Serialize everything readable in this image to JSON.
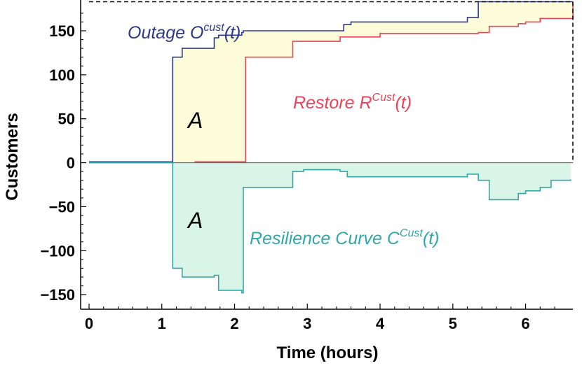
{
  "chart_data": {
    "type": "line",
    "title": "",
    "xlabel": "Time (hours)",
    "ylabel": "Customers",
    "xlim": [
      0,
      6.65
    ],
    "ylim": [
      -165,
      185
    ],
    "x_ticks": [
      0,
      1,
      2,
      3,
      4,
      5,
      6
    ],
    "y_ticks": [
      -150,
      -100,
      -50,
      0,
      50,
      100,
      150
    ],
    "y_tick_labels": [
      "−150",
      "−100",
      "−50",
      "0",
      "50",
      "100",
      "150"
    ],
    "grid": false,
    "max_customers_dashed": 183,
    "series": [
      {
        "label": "Outage",
        "color": "#2e3a87",
        "step": true,
        "x": [
          0,
          1.12,
          1.15,
          1.28,
          1.72,
          1.78,
          2.1,
          2.12,
          3.5,
          3.6,
          5.2,
          5.35,
          6.65
        ],
        "y": [
          1,
          1,
          120,
          130,
          142,
          145,
          148,
          150,
          157,
          160,
          165,
          183,
          183
        ]
      },
      {
        "label": "Restore",
        "color": "#e8455a",
        "step": true,
        "x": [
          1.45,
          2.12,
          2.15,
          2.7,
          2.8,
          3.45,
          4.0,
          5.35,
          5.5,
          5.9,
          6.0,
          6.2,
          6.35,
          6.62,
          6.65
        ],
        "y": [
          1,
          1,
          120,
          120,
          138,
          143,
          147,
          148,
          155,
          158,
          160,
          164,
          164,
          164,
          183
        ]
      },
      {
        "label": "Resilience Curve",
        "color": "#33a6a6",
        "step": true,
        "x": [
          0,
          1.12,
          1.15,
          1.28,
          1.72,
          1.78,
          2.1,
          2.12,
          2.7,
          2.8,
          2.95,
          3.45,
          3.55,
          4.0,
          5.2,
          5.35,
          5.5,
          5.9,
          6.0,
          6.2,
          6.35,
          6.62
        ],
        "y": [
          0,
          0,
          -120,
          -130,
          -128,
          -145,
          -148,
          -28,
          -28,
          -10,
          -8,
          -10,
          -16,
          -16,
          -13,
          -20,
          -42,
          -35,
          -32,
          -28,
          -20,
          -19
        ]
      }
    ],
    "annotations": {
      "outage": {
        "text": "Outage O",
        "sup": "cust",
        "suffix": "(t)"
      },
      "restore": {
        "text": "Restore R",
        "sup": "Cust",
        "suffix": "(t)"
      },
      "resilience": {
        "text": "Resilience Curve C",
        "sup": "Cust",
        "suffix": "(t)"
      },
      "area_letter": "A"
    },
    "colors": {
      "outage_fill": "#fdfcd8",
      "resilience_fill": "#d9f5e8",
      "axis": "#000000",
      "zero_line": "#555555"
    }
  }
}
